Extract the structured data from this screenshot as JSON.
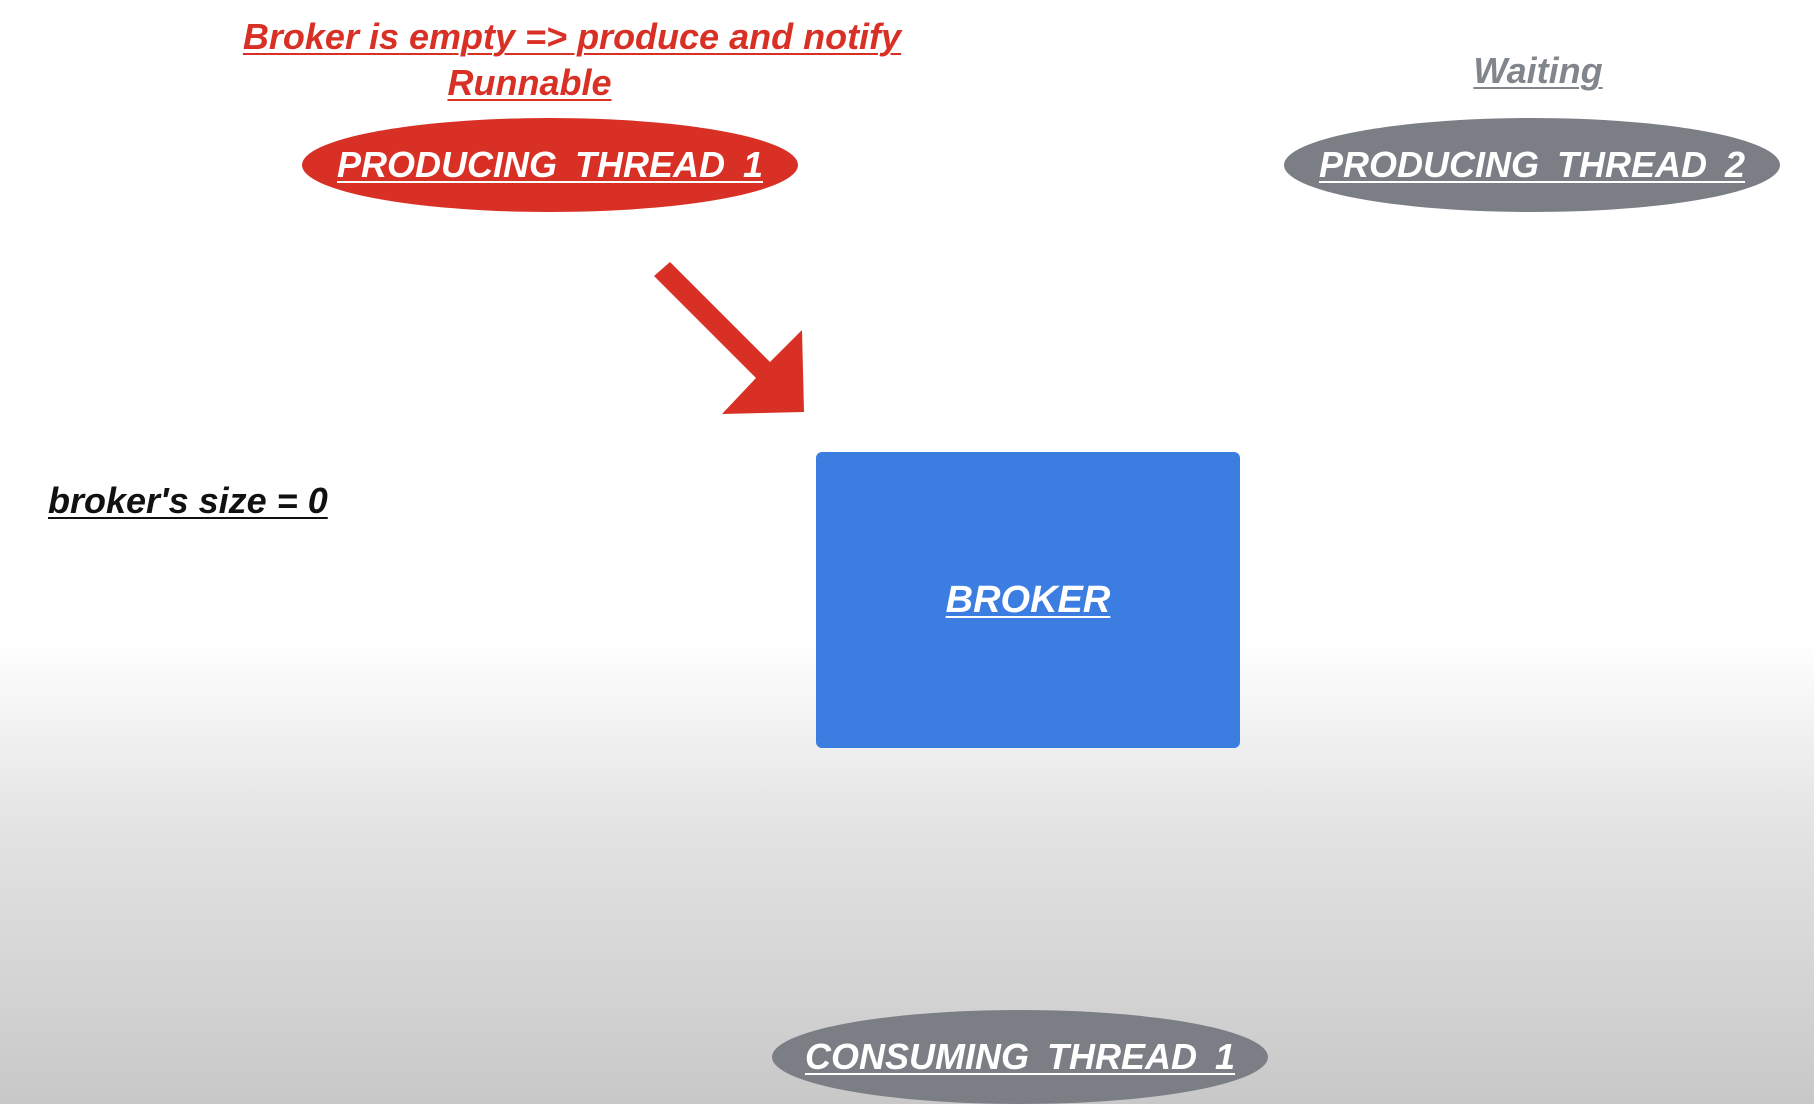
{
  "status": {
    "line1": "Broker is empty => produce and notify",
    "line2": "Runnable"
  },
  "waiting": {
    "label": "Waiting"
  },
  "threads": {
    "producer_1": "PRODUCING  THREAD  1",
    "producer_2": "PRODUCING  THREAD  2",
    "consumer_1": "CONSUMING  THREAD  1"
  },
  "broker": {
    "label": "BROKER",
    "size_text": "broker's size = 0"
  },
  "arrow": {
    "icon": "diagonal-arrow-down-right-icon"
  },
  "colors": {
    "active_red": "#d93025",
    "inactive_gray": "#7b7f85",
    "broker_blue": "#3b7de0",
    "waiting_gray": "#80868b",
    "text_dark": "#111111"
  }
}
